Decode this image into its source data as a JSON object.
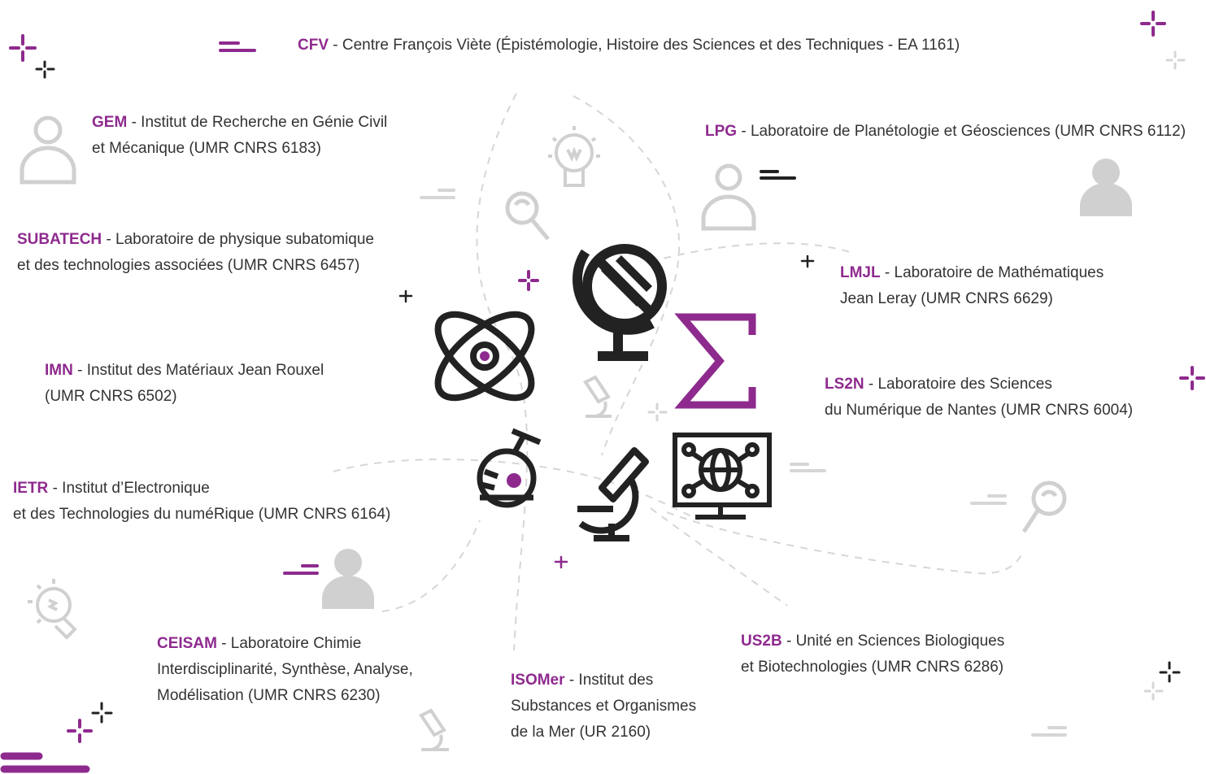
{
  "colors": {
    "accent": "#8e2a8e",
    "text": "#333333",
    "icon_dark": "#222222",
    "icon_grey": "#cccccc",
    "dash_grey": "#d6d6d6"
  },
  "labs": [
    {
      "id": "cfv",
      "acronym": "CFV",
      "lines": [
        "- Centre François Viète (Épistémologie, Histoire des Sciences et des Techniques - EA 1161)"
      ]
    },
    {
      "id": "gem",
      "acronym": "GEM",
      "lines": [
        "- Institut de Recherche en Génie Civil",
        "et Mécanique (UMR CNRS 6183)"
      ]
    },
    {
      "id": "lpg",
      "acronym": "LPG",
      "lines": [
        "- Laboratoire de Planétologie et Géosciences (UMR CNRS 6112)"
      ]
    },
    {
      "id": "subatech",
      "acronym": "SUBATECH",
      "lines": [
        "- Laboratoire de physique subatomique",
        "et des technologies associées (UMR CNRS 6457)"
      ]
    },
    {
      "id": "lmjl",
      "acronym": "LMJL",
      "lines": [
        "- Laboratoire de Mathématiques",
        "Jean Leray (UMR CNRS 6629)"
      ]
    },
    {
      "id": "imn",
      "acronym": "IMN",
      "lines": [
        "- Institut des Matériaux Jean Rouxel",
        "(UMR CNRS 6502)"
      ]
    },
    {
      "id": "ls2n",
      "acronym": "LS2N",
      "lines": [
        "- Laboratoire des Sciences",
        "du Numérique de Nantes (UMR CNRS 6004)"
      ]
    },
    {
      "id": "ietr",
      "acronym": "IETR",
      "lines": [
        "- Institut d’Electronique",
        "et des Technologies du numéRique  (UMR CNRS 6164)"
      ]
    },
    {
      "id": "ceisam",
      "acronym": "CEISAM",
      "lines": [
        "- Laboratoire Chimie",
        "Interdisciplinarité, Synthèse, Analyse,",
        "Modélisation (UMR CNRS 6230)"
      ]
    },
    {
      "id": "us2b",
      "acronym": "US2B",
      "lines": [
        "- Unité en Sciences Biologiques",
        "et Biotechnologies (UMR CNRS 6286)"
      ]
    },
    {
      "id": "isomer",
      "acronym": "ISOMer",
      "lines": [
        "- Institut des",
        "Substances et Organismes",
        "de la Mer (UR 2160)"
      ]
    }
  ],
  "icons": [
    "globe-icon",
    "atom-icon",
    "sigma-icon",
    "flask-icon",
    "microscope-icon",
    "network-monitor-icon",
    "lightbulb-icon",
    "magnifier-icon",
    "person-icon",
    "sparkle-icon"
  ]
}
